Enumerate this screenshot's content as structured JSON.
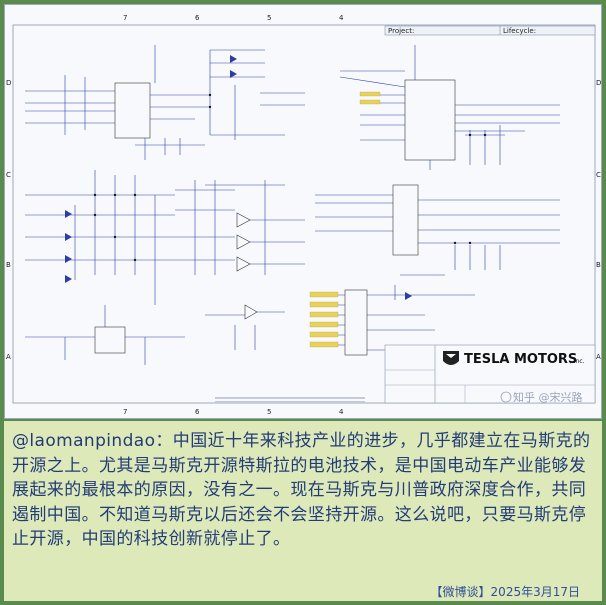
{
  "schematic": {
    "column_numbers": [
      "7",
      "6",
      "5",
      "4"
    ],
    "row_letters": [
      "D",
      "C",
      "B",
      "A"
    ],
    "header_project": "Project:",
    "header_lifecycle": "Lifecycle:",
    "company_logo": "TESLA MOTORS",
    "company_suffix": ", Inc.",
    "watermark": "知乎 @宋兴路"
  },
  "post": {
    "text": "@laomanpindao：中国近十年来科技产业的进步，几乎都建立在马斯克的开源之上。尤其是马斯克开源特斯拉的电池技术，是中国电动车产业能够发展起来的最根本的原因，没有之一。现在马斯克与川普政府深度合作，共同遏制中国。不知道马斯克以后还会不会坚持开源。这么说吧，只要马斯克停止开源，中国的科技创新就停止了。",
    "footer": "【微博谈】2025年3月17日"
  },
  "colors": {
    "background": "#5b8a4e",
    "caption_bg": "#dde9b9",
    "caption_text": "#233c78",
    "wire": "#2b3ea8"
  }
}
